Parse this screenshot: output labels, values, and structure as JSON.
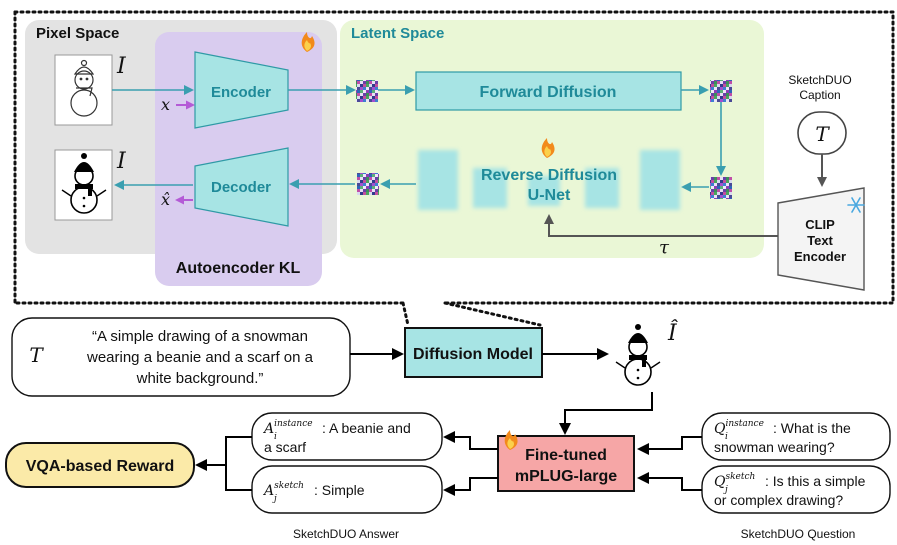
{
  "regions": {
    "pixel_space": "Pixel Space",
    "latent_space": "Latent Space",
    "autoencoder": "Autoencoder KL"
  },
  "blocks": {
    "encoder": "Encoder",
    "decoder": "Decoder",
    "forward_diffusion": "Forward Diffusion",
    "reverse_line1": "Reverse Diffusion",
    "reverse_line2": "U-Net",
    "clip_line1": "CLIP",
    "clip_line2": "Text",
    "clip_line3": "Encoder",
    "diffusion_model": "Diffusion Model",
    "mplug_line1": "Fine-tuned",
    "mplug_line2": "mPLUG-large",
    "vqa_reward": "VQA-based Reward"
  },
  "symbols": {
    "image_in": "I",
    "x": "x",
    "x_hat": "x̂",
    "image_out": "I",
    "T_top": "T",
    "tau": "τ",
    "T_bottom": "T",
    "I_hat": "Î"
  },
  "labels": {
    "caption_line1": "SketchDUO",
    "caption_line2": "Caption",
    "answer_label": "SketchDUO Answer",
    "question_label": "SketchDUO Question"
  },
  "prompt": {
    "line1": "“A simple drawing of a snowman",
    "line2": "wearing a beanie and a scarf on a",
    "line3": "white background.”"
  },
  "qa": {
    "a_instance_sym": "A",
    "a_instance_sub": "i",
    "a_instance_sup": "instance",
    "a_instance_text": ": A beanie and",
    "a_instance_text2": "a scarf",
    "a_sketch_sym": "A",
    "a_sketch_sub": "j",
    "a_sketch_sup": "sketch",
    "a_sketch_text": ": Simple",
    "q_instance_sym": "Q",
    "q_instance_sub": "i",
    "q_instance_sup": "instance",
    "q_instance_text": ": What is the",
    "q_instance_text2": "snowman wearing?",
    "q_sketch_sym": "Q",
    "q_sketch_sub": "j",
    "q_sketch_sup": "sketch",
    "q_sketch_text": ": Is this a simple",
    "q_sketch_text2": "or complex drawing?"
  },
  "colors": {
    "pixel_bg": "#e3e3e3",
    "autoencoder_bg": "#d9ccef",
    "latent_bg": "#eaf7d6",
    "block_teal": "#a7e4e4",
    "block_stroke": "#2f9aa6",
    "mplug_red": "#f6a6a6",
    "vqa_yellow": "#fbeaa8",
    "arrow_teal": "#3a9fb0",
    "text_teal": "#1f8a99",
    "arrow_purple": "#b45bd6",
    "arrow_gray": "#5a5a5a"
  }
}
